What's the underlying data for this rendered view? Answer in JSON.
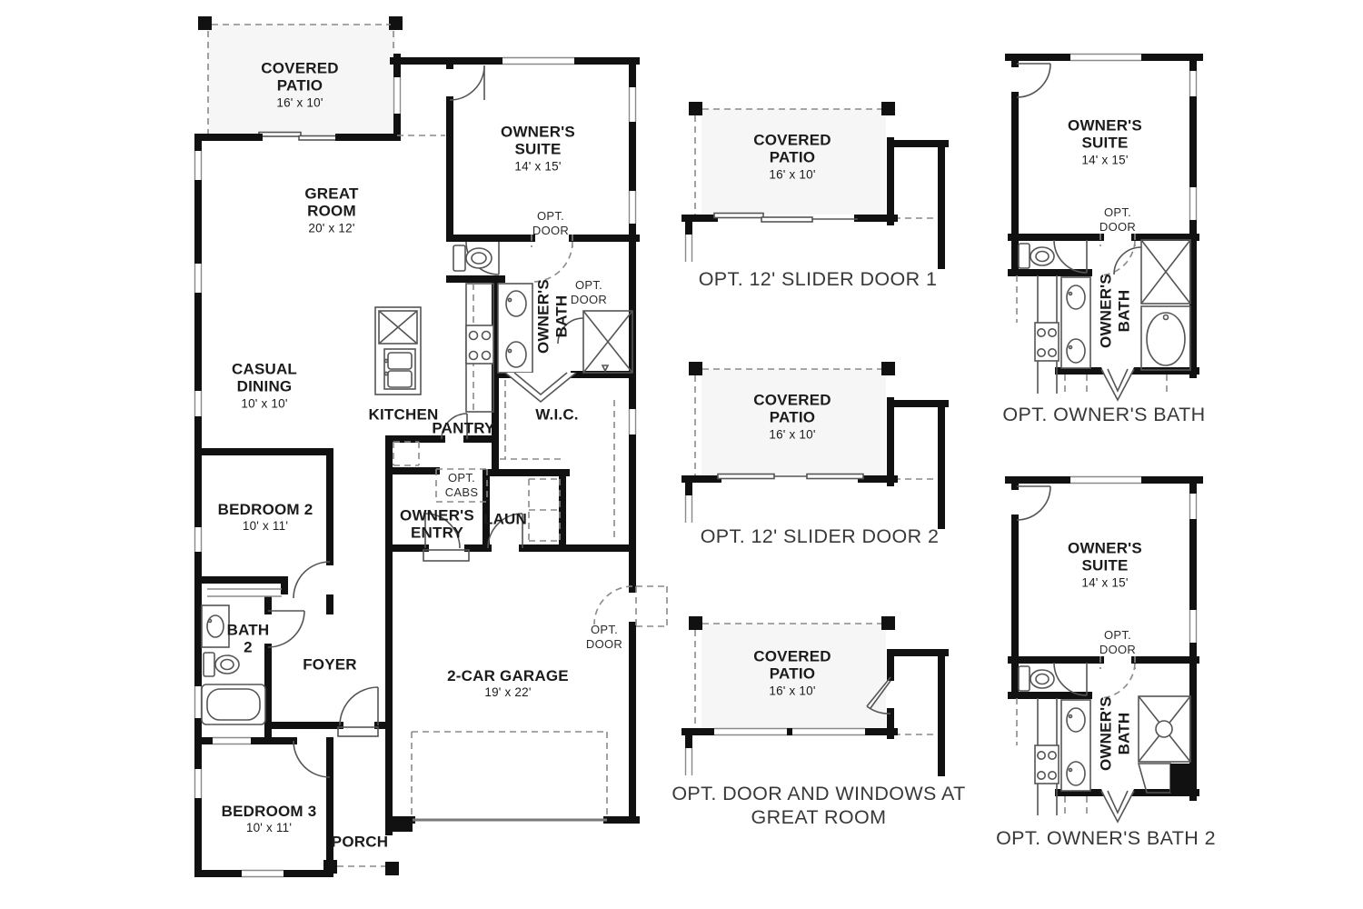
{
  "colors": {
    "wall": "#111111",
    "thin_line": "#555555",
    "dashed_line": "#8a8a8a",
    "label_text": "#1b1b1b",
    "caption_text": "#383838",
    "patio_fill": "#f6f6f6"
  },
  "main_plan": {
    "rooms": {
      "covered_patio": {
        "name": "COVERED PATIO",
        "dims": "16' x 10'"
      },
      "great_room": {
        "name": "GREAT ROOM",
        "dims": "20' x 12'"
      },
      "owners_suite": {
        "name": "OWNER'S SUITE",
        "dims": "14' x 15'"
      },
      "casual_dining": {
        "name": "CASUAL DINING",
        "dims": "10' x 10'"
      },
      "kitchen": {
        "name": "KITCHEN"
      },
      "pantry": {
        "name": "PANTRY"
      },
      "owners_bath": {
        "name": "OWNER'S BATH"
      },
      "wic": {
        "name": "W.I.C."
      },
      "bedroom2": {
        "name": "BEDROOM 2",
        "dims": "10' x 11'"
      },
      "owners_entry": {
        "name": "OWNER'S ENTRY"
      },
      "laundry": {
        "name": "LAUN"
      },
      "bath2": {
        "name": "BATH 2"
      },
      "foyer": {
        "name": "FOYER"
      },
      "garage": {
        "name": "2-CAR GARAGE",
        "dims": "19' x 22'"
      },
      "bedroom3": {
        "name": "BEDROOM 3",
        "dims": "10' x 11'"
      },
      "porch": {
        "name": "PORCH"
      }
    },
    "annotations": {
      "opt_door": "OPT. DOOR",
      "opt_cabs": "OPT. CABS"
    }
  },
  "patio_options": [
    {
      "room": {
        "name": "COVERED PATIO",
        "dims": "16' x 10'"
      },
      "caption": "OPT. 12' SLIDER DOOR 1"
    },
    {
      "room": {
        "name": "COVERED PATIO",
        "dims": "16' x 10'"
      },
      "caption": "OPT. 12' SLIDER DOOR 2"
    },
    {
      "room": {
        "name": "COVERED PATIO",
        "dims": "16' x 10'"
      },
      "caption": "OPT. DOOR AND WINDOWS AT GREAT ROOM"
    }
  ],
  "bath_options": [
    {
      "suite": {
        "name": "OWNER'S SUITE",
        "dims": "14' x 15'"
      },
      "opt_door": "OPT. DOOR",
      "bath_label": "OWNER'S BATH",
      "caption": "OPT. OWNER'S BATH"
    },
    {
      "suite": {
        "name": "OWNER'S SUITE",
        "dims": "14' x 15'"
      },
      "opt_door": "OPT. DOOR",
      "bath_label": "OWNER'S BATH",
      "caption": "OPT. OWNER'S BATH 2"
    }
  ]
}
